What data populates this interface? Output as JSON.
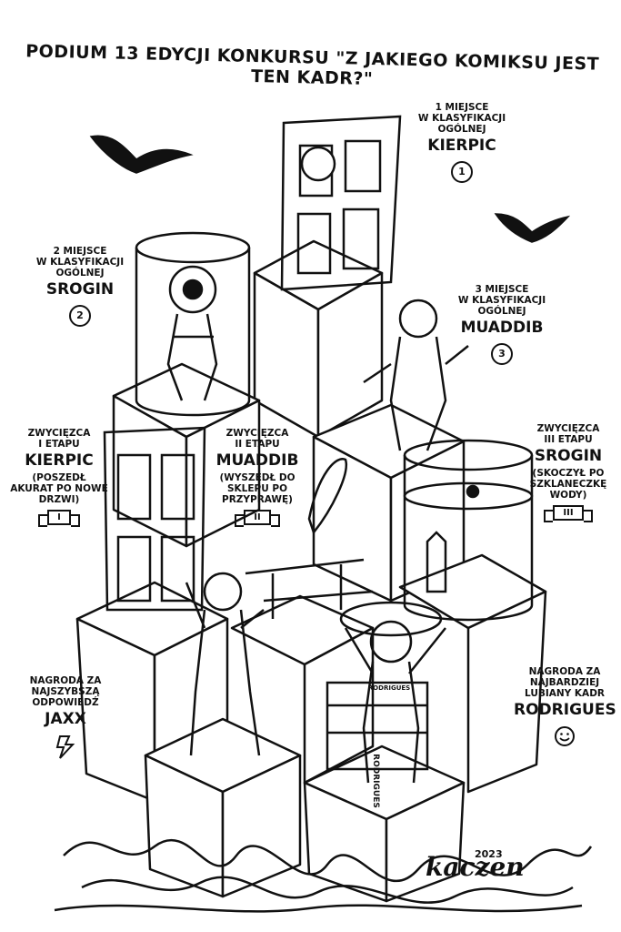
{
  "title": "PODIUM  13 EDYCJI KONKURSU \"Z JAKIEGO KOMIKSU JEST TEN KADR?\"",
  "first_place": {
    "line1": "1 MIEJSCE",
    "line2": "W KLASYFIKACJI",
    "line3": "OGÓLNEJ",
    "name": "KIERPIC",
    "badge": "1"
  },
  "second_place": {
    "line1": "2 MIEJSCE",
    "line2": "W KLASYFIKACJI",
    "line3": "OGÓLNEJ",
    "name": "SROGIN",
    "badge": "2"
  },
  "third_place": {
    "line1": "3 MIEJSCE",
    "line2": "W KLASYFIKACJI",
    "line3": "OGÓLNEJ",
    "name": "MUADDIB",
    "badge": "3"
  },
  "stage1": {
    "line1": "ZWYCIĘZCA",
    "line2": "I ETAPU",
    "name": "KIERPIC",
    "note": "(POSZEDŁ AKURAT PO NOWE DRZWI)",
    "badge": "I"
  },
  "stage2": {
    "line1": "ZWYCIĘZCA",
    "line2": "II ETAPU",
    "name": "MUADDIB",
    "note": "(WYSZEDŁ DO SKLEPU PO PRZYPRAWĘ)",
    "badge": "II"
  },
  "stage3": {
    "line1": "ZWYCIĘZCA",
    "line2": "III ETAPU",
    "name": "SROGIN",
    "note": "(SKOCZYŁ PO SZKLANECZKĘ WODY)",
    "badge": "III"
  },
  "fastest": {
    "line1": "NAGRODA ZA",
    "line2": "NAJSZYBSZĄ",
    "line3": "ODPOWIEDŹ",
    "name": "JAXX",
    "icon": "lightning-icon"
  },
  "favorite": {
    "line1": "NAGRODA ZA",
    "line2": "NAJBARDZIEJ",
    "line3": "LUBIANY KADR",
    "name": "RODRIGUES",
    "icon": "smiley-icon"
  },
  "props": {
    "ring_text": "RODRIGUES",
    "belt_text": "RODRIGUES"
  },
  "signature": {
    "name": "kaczen",
    "year": "2023"
  }
}
